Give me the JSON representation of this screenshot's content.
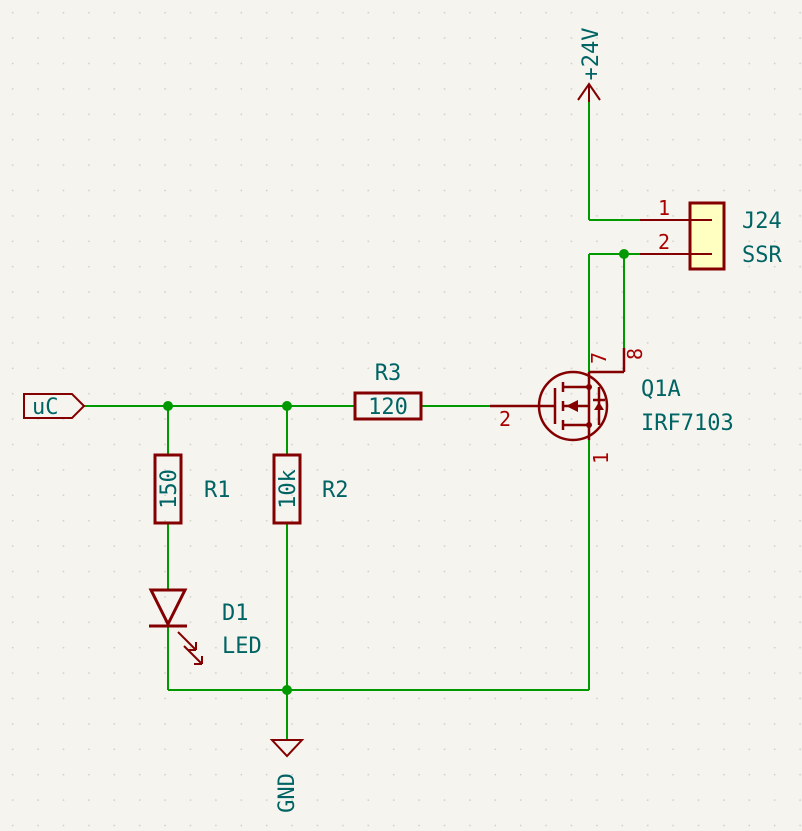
{
  "colors": {
    "background": "#f5f4ef",
    "wire": "#009900",
    "component": "#840000",
    "label": "#006464",
    "pin_number": "#a90000",
    "connector_fill": "#ffffc2",
    "grid_dot": "#d2d0c8"
  },
  "nets": {
    "input": "uC",
    "supply": "+24V",
    "ground": "GND"
  },
  "components": {
    "r1": {
      "ref": "R1",
      "value": "150"
    },
    "r2": {
      "ref": "R2",
      "value": "10k"
    },
    "r3": {
      "ref": "R3",
      "value": "120"
    },
    "d1": {
      "ref": "D1",
      "value": "LED"
    },
    "q1": {
      "ref": "Q1A",
      "value": "IRF7103",
      "pins": {
        "gate": "2",
        "drain_a": "7",
        "drain_b": "8",
        "source": "1"
      }
    },
    "j24": {
      "ref": "J24",
      "value": "SSR",
      "pins": {
        "p1": "1",
        "p2": "2"
      }
    }
  }
}
